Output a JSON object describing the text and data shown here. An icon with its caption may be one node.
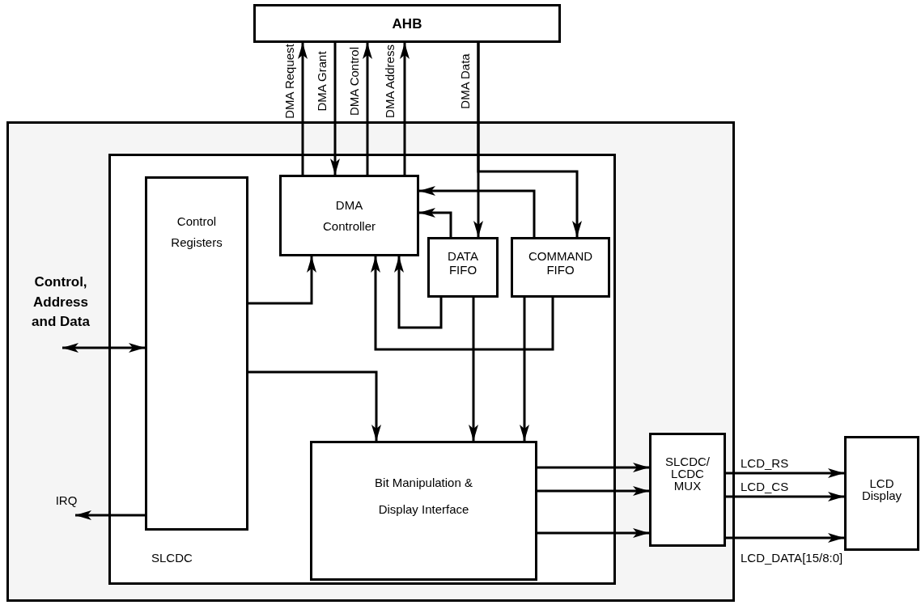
{
  "diagram": {
    "nodes": [
      {
        "text": [
          "AHB"
        ]
      },
      {
        "text": [],
        "shape": "box"
      },
      {
        "text": [
          "SLCDC"
        ],
        "in": 1
      },
      {
        "text": [
          "DMA Controller"
        ],
        "in": 2
      },
      {
        "text": [
          "DATA FIFO"
        ],
        "in": 2
      },
      {
        "text": [
          "COMMAND FIFO"
        ],
        "in": 2
      },
      {
        "text": [
          "Control Registers"
        ],
        "in": 2
      },
      {
        "text": [
          "Bit Manipulation & Display Interface"
        ],
        "in": 2
      },
      {
        "text": [
          "SLCDC/ LCDC MUX"
        ],
        "in": 1
      },
      {
        "text": [
          "LCD Display"
        ]
      },
      {
        "text": [
          "Control, Address and Data"
        ],
        "in": 1
      },
      {
        "text": [
          "IRQ"
        ],
        "in": 1
      }
    ],
    "edges": [
      {
        "from": 3,
        "to": 0,
        "arrow": "to",
        "label": "DMA Request"
      },
      {
        "from": 0,
        "to": 3,
        "arrow": "to",
        "label": "DMA Grant"
      },
      {
        "from": 3,
        "to": 0,
        "arrow": "to",
        "label": "DMA Control"
      },
      {
        "from": 3,
        "to": 0,
        "arrow": "to",
        "label": "DMA Address"
      },
      {
        "from": 0,
        "to": 4,
        "arrow": "to",
        "label": "DMA Data"
      },
      {
        "from": 0,
        "to": 5,
        "arrow": "to"
      },
      {
        "from": 5,
        "to": 3,
        "arrow": "to"
      },
      {
        "from": 4,
        "to": 3,
        "arrow": "to"
      },
      {
        "from": 4,
        "to": 3,
        "arrow": "to"
      },
      {
        "from": 5,
        "to": 3,
        "arrow": "to"
      },
      {
        "from": 6,
        "to": 3,
        "arrow": "to"
      },
      {
        "from": 6,
        "to": 7,
        "arrow": "to"
      },
      {
        "from": 4,
        "to": 7,
        "arrow": "to"
      },
      {
        "from": 5,
        "to": 7,
        "arrow": "to"
      },
      {
        "from": 7,
        "to": 8,
        "arrow": "to"
      },
      {
        "from": 7,
        "to": 8,
        "arrow": "to"
      },
      {
        "from": 7,
        "to": 8,
        "arrow": "to"
      },
      {
        "from": 8,
        "to": 9,
        "arrow": "to",
        "label": "LCD_RS"
      },
      {
        "from": 8,
        "to": 9,
        "arrow": "to",
        "label": "LCD_CS"
      },
      {
        "from": 8,
        "to": 9,
        "arrow": "to",
        "label": "LCD_DATA[15/8:0]"
      },
      {
        "from": 10,
        "to": 6,
        "arrow": "both"
      },
      {
        "from": 6,
        "to": 11,
        "arrow": "to"
      }
    ]
  }
}
